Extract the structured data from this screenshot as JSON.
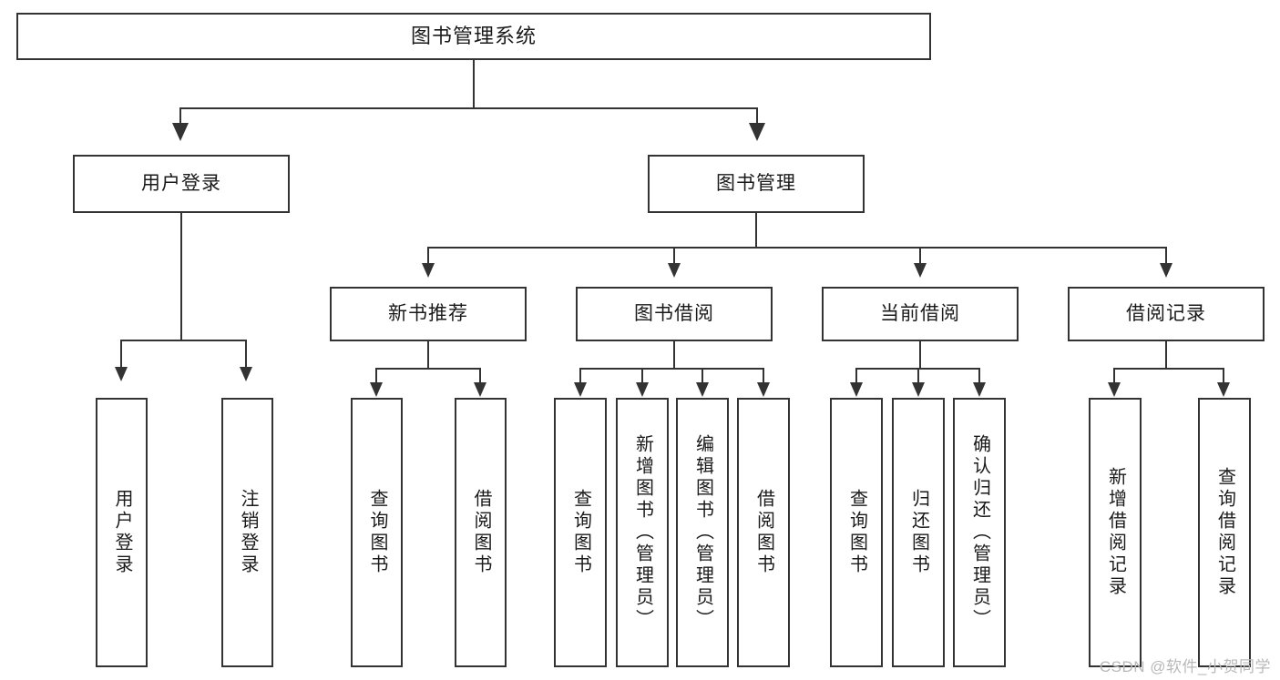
{
  "diagram": {
    "type": "tree",
    "title": "图书管理系统",
    "orientation": "top-down",
    "root": {
      "label": "图书管理系统"
    },
    "level2": [
      {
        "label": "用户登录"
      },
      {
        "label": "图书管理"
      }
    ],
    "level3": [
      {
        "label": "新书推荐"
      },
      {
        "label": "图书借阅"
      },
      {
        "label": "当前借阅"
      },
      {
        "label": "借阅记录"
      }
    ],
    "leaves": {
      "user_login": [
        {
          "label": "用户登录"
        },
        {
          "label": "注销登录"
        }
      ],
      "new_book_recommend": [
        {
          "label": "查询图书"
        },
        {
          "label": "借阅图书"
        }
      ],
      "book_borrow": [
        {
          "label": "查询图书"
        },
        {
          "label": "新增图书（管理员）"
        },
        {
          "label": "编辑图书（管理员）"
        },
        {
          "label": "借阅图书"
        }
      ],
      "current_borrow": [
        {
          "label": "查询图书"
        },
        {
          "label": "归还图书"
        },
        {
          "label": "确认归还（管理员）"
        }
      ],
      "borrow_record": [
        {
          "label": "新增借阅记录"
        },
        {
          "label": "查询借阅记录"
        }
      ]
    }
  },
  "watermark": {
    "text": "CSDN @软件_小贺同学"
  },
  "colors": {
    "stroke": "#333333",
    "fill": "#ffffff",
    "text": "#1a1a1a",
    "watermark": "#b9b9b9"
  }
}
